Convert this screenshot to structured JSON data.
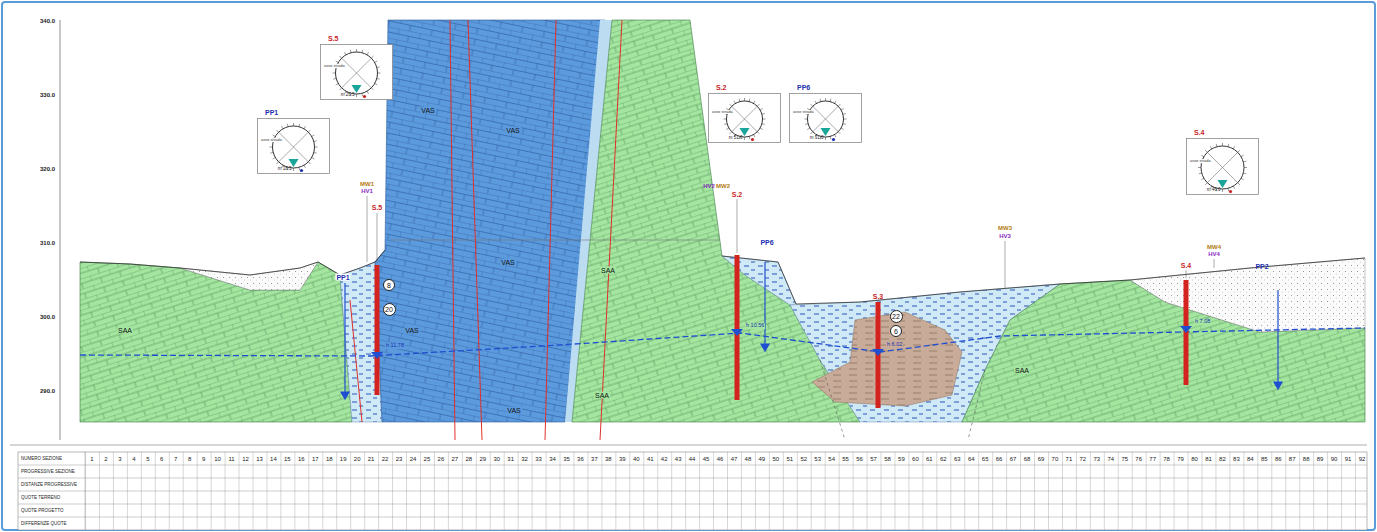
{
  "diagram": {
    "nodes": [
      {
        "text": [
          "S.5",
          "asse strada",
          "m 26.5"
        ]
      },
      {
        "text": [
          "PP1",
          "asse strada",
          "m 18.5"
        ]
      },
      {
        "text": [
          "S.2",
          "asse strada",
          "m 51.0"
        ]
      },
      {
        "text": [
          "PP6",
          "asse strada",
          "m 31.0"
        ]
      },
      {
        "text": [
          "S.4",
          "asse strada",
          "m 46.0"
        ]
      },
      {
        "text": [
          "8"
        ]
      },
      {
        "text": [
          "20"
        ]
      },
      {
        "text": [
          "22"
        ]
      },
      {
        "text": [
          "6"
        ]
      }
    ],
    "labels": [
      "340.0",
      "330.0",
      "320.0",
      "310.0",
      "300.0",
      "290.0",
      "VAS",
      "VAS",
      "VAS",
      "VAS",
      "VAS",
      "SAA",
      "SAA",
      "SAA",
      "SAA",
      "PP1",
      "MW1",
      "HV1",
      "S.5",
      "HV2",
      "MW2",
      "S.2",
      "PP6",
      "S.3",
      "MW3",
      "HV3",
      "S.4",
      "MW4",
      "HV4",
      "PP2",
      "h 11.78",
      "h 10.56",
      "h 6.02",
      "h 7.08",
      "NUMERO SEZIONE",
      "PROGRESSIVE SEZIONE",
      "DISTANZE PROGRESSIVE",
      "QUOTE TERRENO",
      "QUOTE PROGETTO",
      "DIFFERENZE QUOTE",
      "1",
      "2",
      "3",
      "4",
      "5",
      "6",
      "7",
      "8",
      "9",
      "10",
      "11",
      "12",
      "13",
      "14",
      "15",
      "16",
      "17",
      "18",
      "19",
      "20",
      "21",
      "22",
      "23",
      "24",
      "25",
      "26",
      "27",
      "28",
      "29",
      "30",
      "31",
      "32",
      "33",
      "34",
      "35",
      "36",
      "37",
      "38",
      "39",
      "40",
      "41",
      "42",
      "43",
      "44",
      "45",
      "46",
      "47",
      "48",
      "49",
      "50",
      "51",
      "52",
      "53",
      "54",
      "55",
      "56",
      "57",
      "58",
      "59",
      "60",
      "61",
      "62",
      "63",
      "64",
      "65",
      "66",
      "67",
      "68",
      "69",
      "70",
      "71",
      "72",
      "73",
      "74",
      "75",
      "76",
      "77",
      "78",
      "79",
      "80",
      "81",
      "82",
      "83",
      "84",
      "85",
      "86",
      "87",
      "88",
      "89",
      "90",
      "91",
      "92"
    ]
  }
}
